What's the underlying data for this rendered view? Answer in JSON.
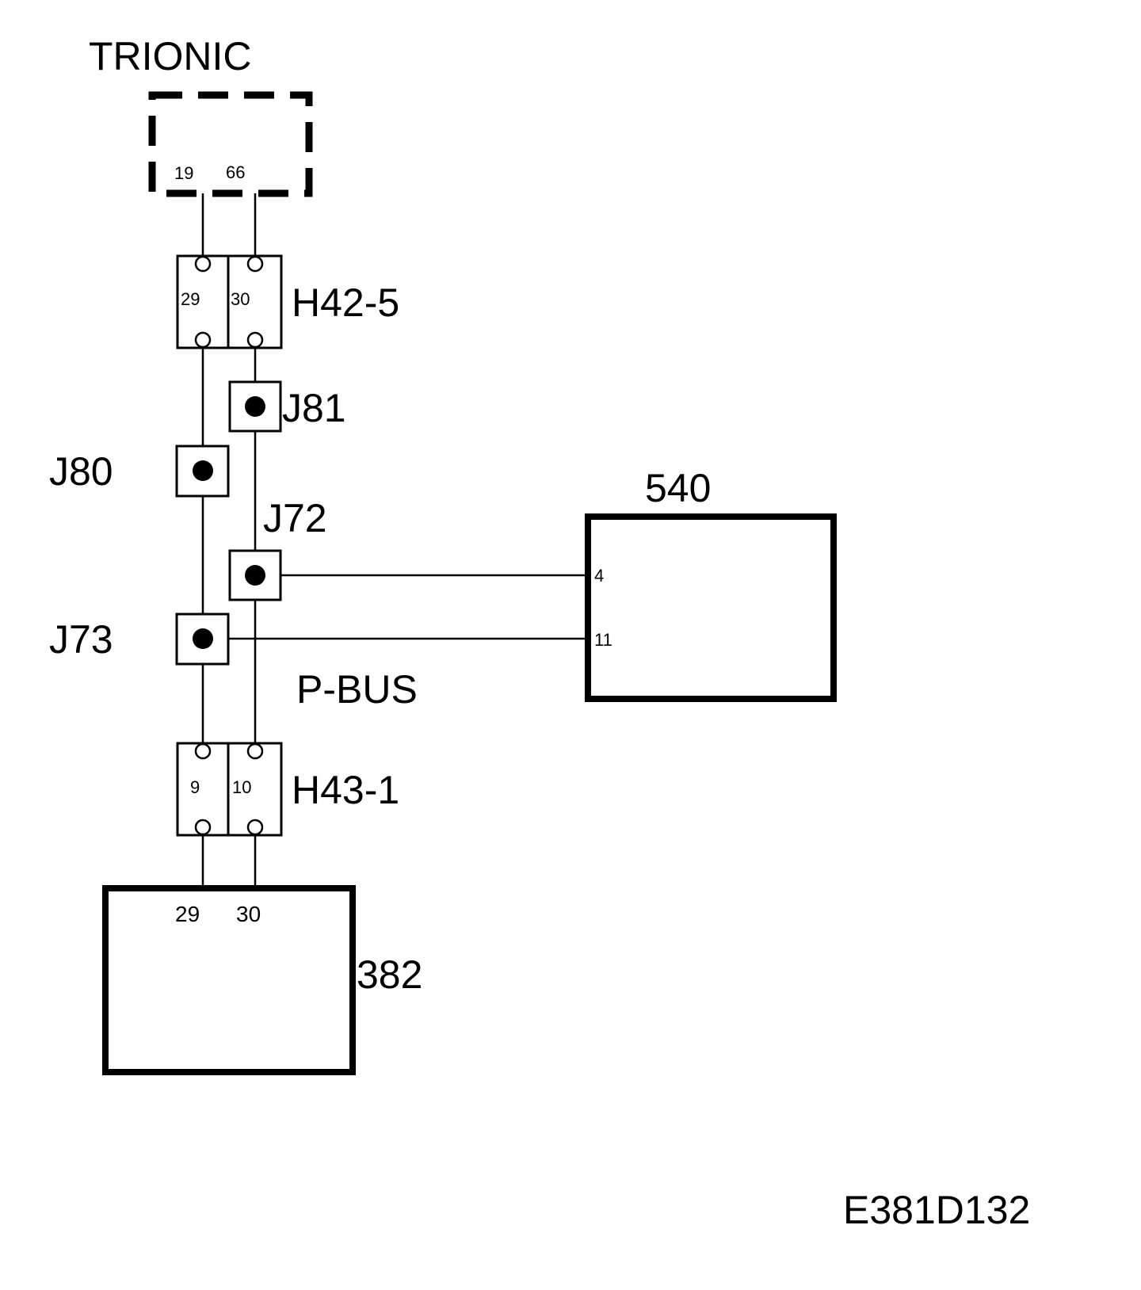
{
  "trionic": {
    "label": "TRIONIC",
    "pins": [
      "19",
      "66"
    ]
  },
  "connector_h42": {
    "label": "H42-5",
    "pins": [
      "29",
      "30"
    ]
  },
  "connector_h43": {
    "label": "H43-1",
    "pins": [
      "9",
      "10"
    ]
  },
  "splices": {
    "j81": "J81",
    "j80": "J80",
    "j72": "J72",
    "j73": "J73"
  },
  "bus_label": "P-BUS",
  "module_540": {
    "label": "540",
    "pins": [
      "4",
      "11"
    ]
  },
  "module_382": {
    "label": "382",
    "pins": [
      "29",
      "30"
    ]
  },
  "figure_code": "E381D132"
}
